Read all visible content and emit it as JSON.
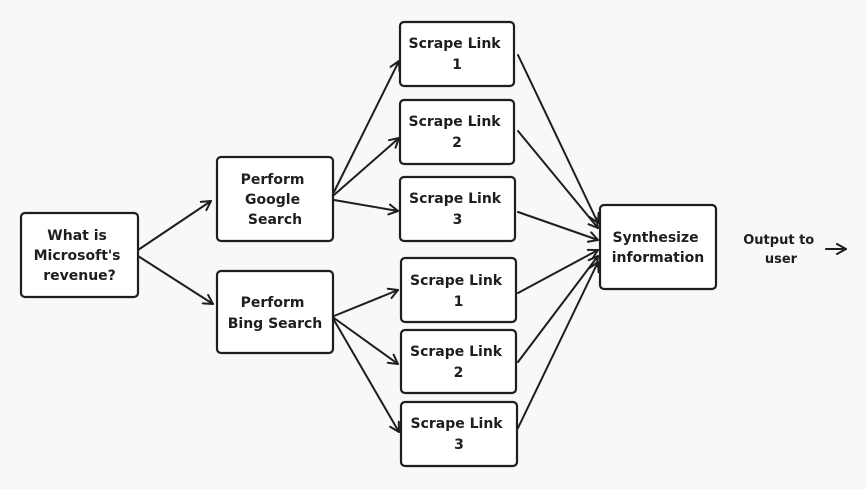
{
  "nodes": {
    "question": [
      "What is",
      "Microsoft's",
      "revenue?"
    ],
    "google": [
      "Perform",
      "Google",
      "Search"
    ],
    "bing": [
      "Perform",
      "Bing Search"
    ],
    "scrape_g1": [
      "Scrape Link",
      "1"
    ],
    "scrape_g2": [
      "Scrape Link",
      "2"
    ],
    "scrape_g3": [
      "Scrape Link",
      "3"
    ],
    "scrape_b1": [
      "Scrape Link",
      "1"
    ],
    "scrape_b2": [
      "Scrape Link",
      "2"
    ],
    "scrape_b3": [
      "Scrape Link",
      "3"
    ],
    "synthesize": [
      "Synthesize",
      "information"
    ]
  },
  "output_label": [
    "Output to",
    "user"
  ]
}
